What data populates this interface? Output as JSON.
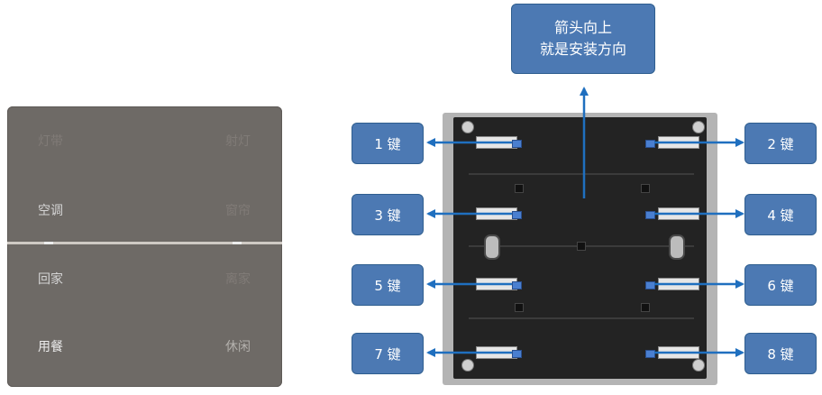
{
  "panel": {
    "labels_left": [
      "灯带",
      "空调",
      "回家",
      "用餐"
    ],
    "labels_right": [
      "射灯",
      "窗帘",
      "离家",
      "休闲"
    ]
  },
  "direction_note": {
    "line1": "箭头向上",
    "line2": "就是安装方向"
  },
  "keys": [
    "1 键",
    "2 键",
    "3 键",
    "4 键",
    "5 键",
    "6 键",
    "7 键",
    "8 键"
  ],
  "colors": {
    "callout_fill": "#4c79b3",
    "arrow": "#1f6fbf",
    "panel": "#6e6a66"
  }
}
